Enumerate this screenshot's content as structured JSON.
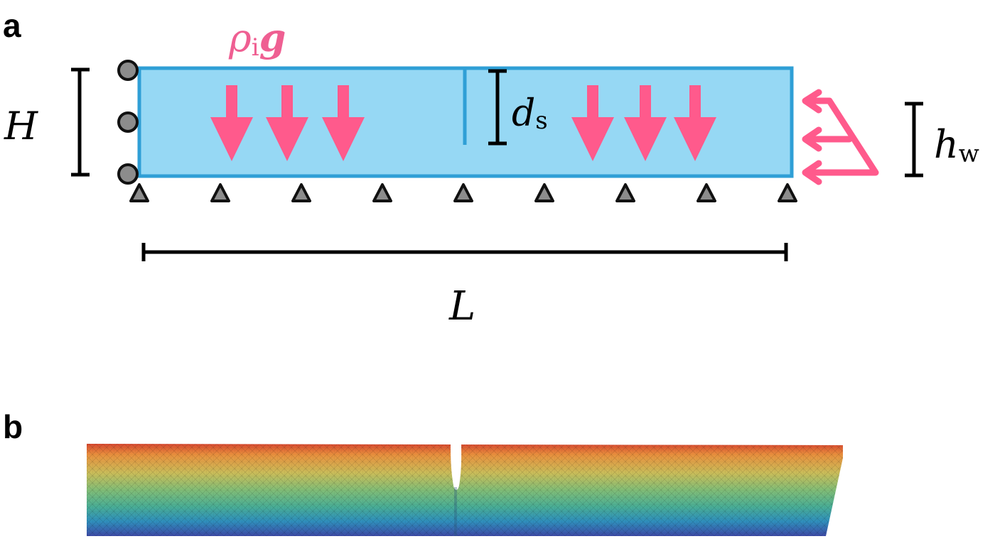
{
  "panel_a": {
    "label": "a",
    "load": {
      "symbol": "ρ",
      "subscript": "i",
      "vector": "g"
    },
    "height": {
      "symbol": "H"
    },
    "crevasse": {
      "symbol": "d",
      "subscript": "s"
    },
    "water": {
      "symbol": "h",
      "subscript": "w"
    },
    "length": {
      "symbol": "L"
    }
  },
  "panel_b": {
    "label": "b"
  },
  "colors": {
    "ice_fill": "#96d8f4",
    "ice_stroke": "#2f9fd6",
    "load_arrow": "#ff5a8c",
    "load_text": "#ef5f92",
    "support_fill": "#8c8c8c",
    "dimension": "#000000"
  }
}
